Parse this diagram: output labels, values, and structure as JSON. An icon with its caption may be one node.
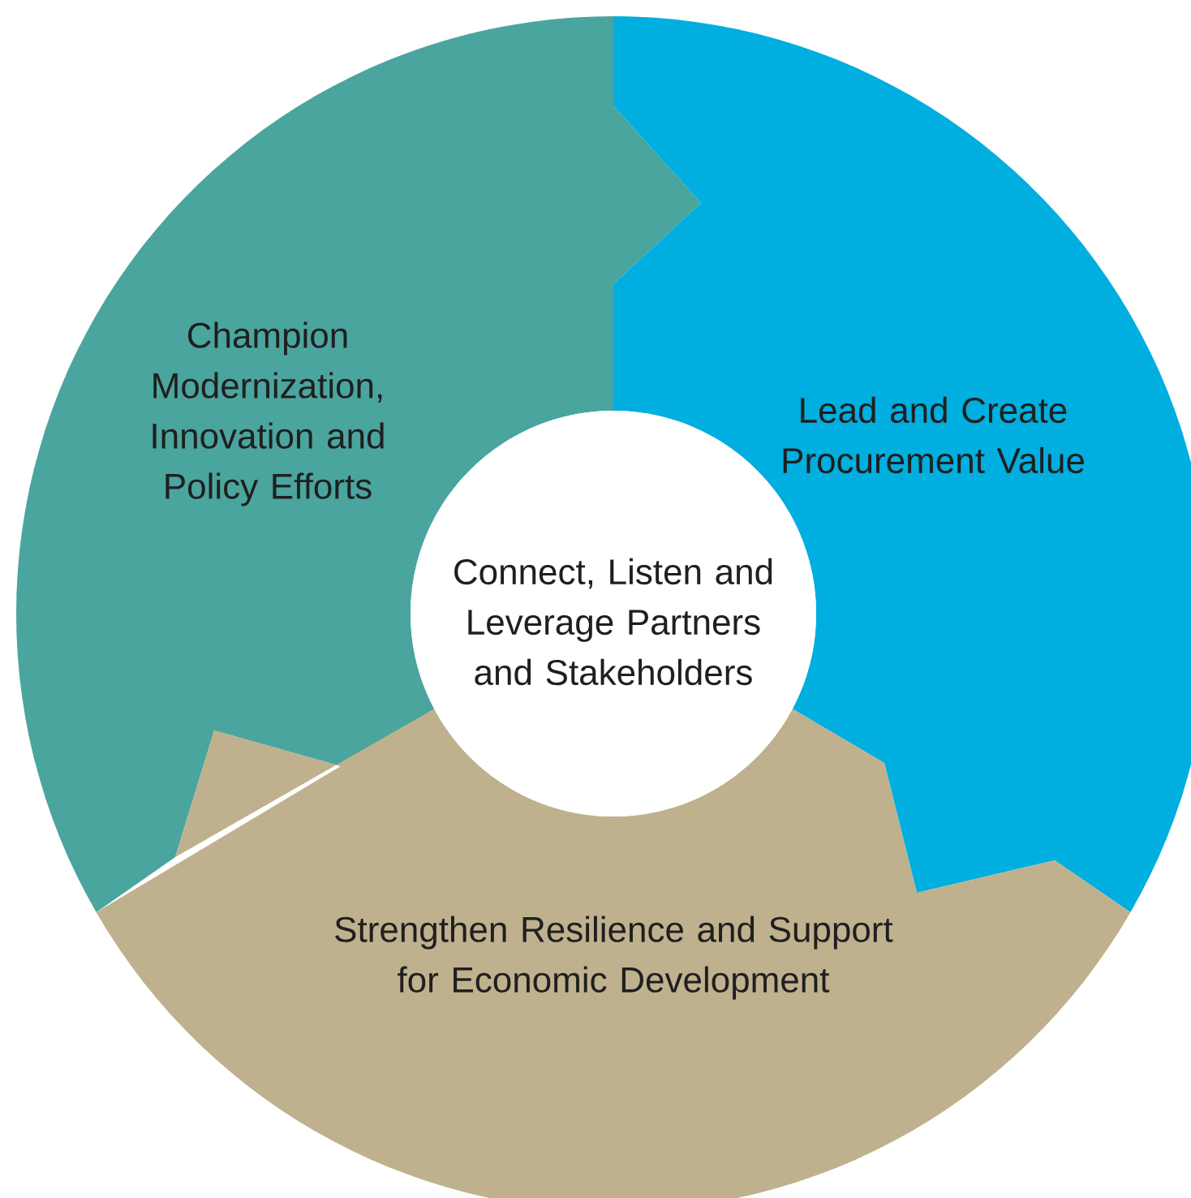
{
  "diagram": {
    "nodes": [
      {
        "text": [
          "Champion Modernization, Innovation and Policy Efforts"
        ]
      },
      {
        "text": [
          "Lead and Create Procurement Value"
        ]
      },
      {
        "text": [
          "Strengthen Resilience and Support for Economic Development"
        ]
      },
      {
        "text": [
          "Connect, Listen and Leverage Partners and Stakeholders"
        ]
      }
    ]
  }
}
